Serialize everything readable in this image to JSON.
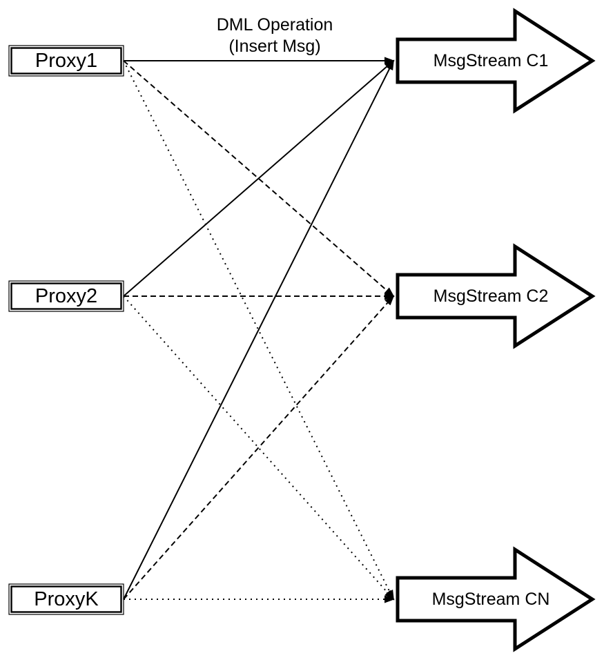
{
  "diagram": {
    "title": {
      "line1": "DML Operation",
      "line2": "(Insert Msg)"
    },
    "proxies": [
      {
        "id": "proxy1",
        "label": "Proxy1"
      },
      {
        "id": "proxy2",
        "label": "Proxy2"
      },
      {
        "id": "proxyk",
        "label": "ProxyK"
      }
    ],
    "streams": [
      {
        "id": "c1",
        "label": "MsgStream C1",
        "incoming_line_style": "solid"
      },
      {
        "id": "c2",
        "label": "MsgStream C2",
        "incoming_line_style": "dashed"
      },
      {
        "id": "cn",
        "label": "MsgStream CN",
        "incoming_line_style": "dotted"
      }
    ],
    "edges": [
      {
        "from": "proxy1",
        "to": "c1",
        "style": "solid"
      },
      {
        "from": "proxy1",
        "to": "c2",
        "style": "dashed"
      },
      {
        "from": "proxy1",
        "to": "cn",
        "style": "dotted"
      },
      {
        "from": "proxy2",
        "to": "c1",
        "style": "solid"
      },
      {
        "from": "proxy2",
        "to": "c2",
        "style": "dashed"
      },
      {
        "from": "proxy2",
        "to": "cn",
        "style": "dotted"
      },
      {
        "from": "proxyk",
        "to": "c1",
        "style": "solid"
      },
      {
        "from": "proxyk",
        "to": "c2",
        "style": "dashed"
      },
      {
        "from": "proxyk",
        "to": "cn",
        "style": "dotted"
      }
    ],
    "colors": {
      "stroke": "#000000",
      "fill": "#ffffff"
    }
  }
}
